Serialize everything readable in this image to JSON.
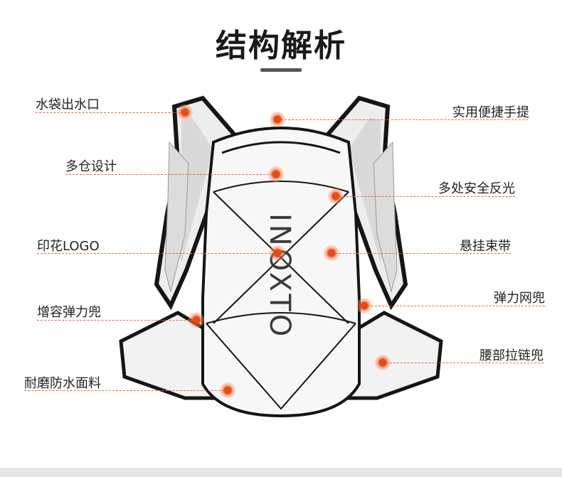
{
  "page": {
    "title": "结构解析",
    "accent_color": "#e26a45",
    "hotspot_color": "#e84a12"
  },
  "brand": {
    "logo_text": "INOXTO"
  },
  "left_features": [
    {
      "label": "水袋出水口"
    },
    {
      "label": "多仓设计"
    },
    {
      "label": "印花LOGO"
    },
    {
      "label": "增容弹力兜"
    },
    {
      "label": "耐磨防水面料"
    }
  ],
  "right_features": [
    {
      "label": "实用便捷手提"
    },
    {
      "label": "多处安全反光"
    },
    {
      "label": "悬挂束带"
    },
    {
      "label": "弹力网兜"
    },
    {
      "label": "腰部拉链兜"
    }
  ]
}
